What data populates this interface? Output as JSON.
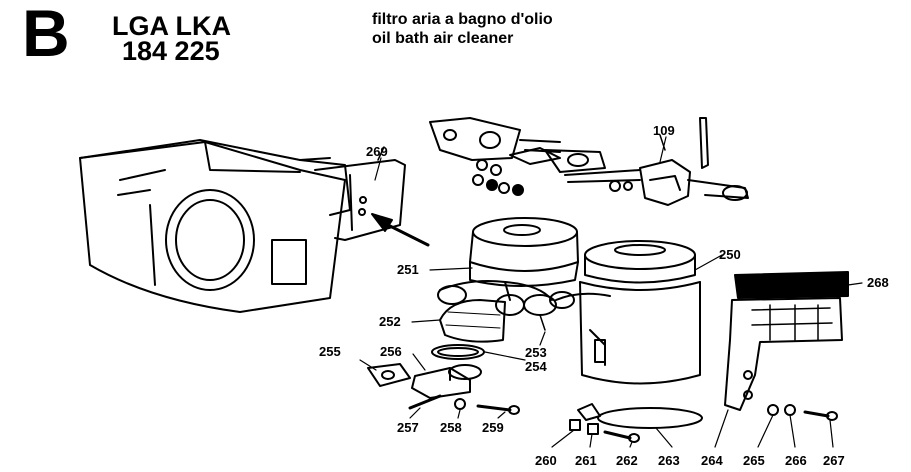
{
  "header": {
    "section_letter": "B",
    "models_line1": "LGA LKA",
    "models_line2": "184 225",
    "title_it": "filtro aria a bagno d'olio",
    "title_en": "oil bath air cleaner"
  },
  "callouts": {
    "p109": "109",
    "p250": "250",
    "p251": "251",
    "p252": "252",
    "p253": "253",
    "p254": "254",
    "p255": "255",
    "p256": "256",
    "p257": "257",
    "p258": "258",
    "p259": "259",
    "p260": "260",
    "p261": "261",
    "p262": "262",
    "p263": "263",
    "p264": "264",
    "p265": "265",
    "p266": "266",
    "p267": "267",
    "p268": "268",
    "p269": "269"
  }
}
